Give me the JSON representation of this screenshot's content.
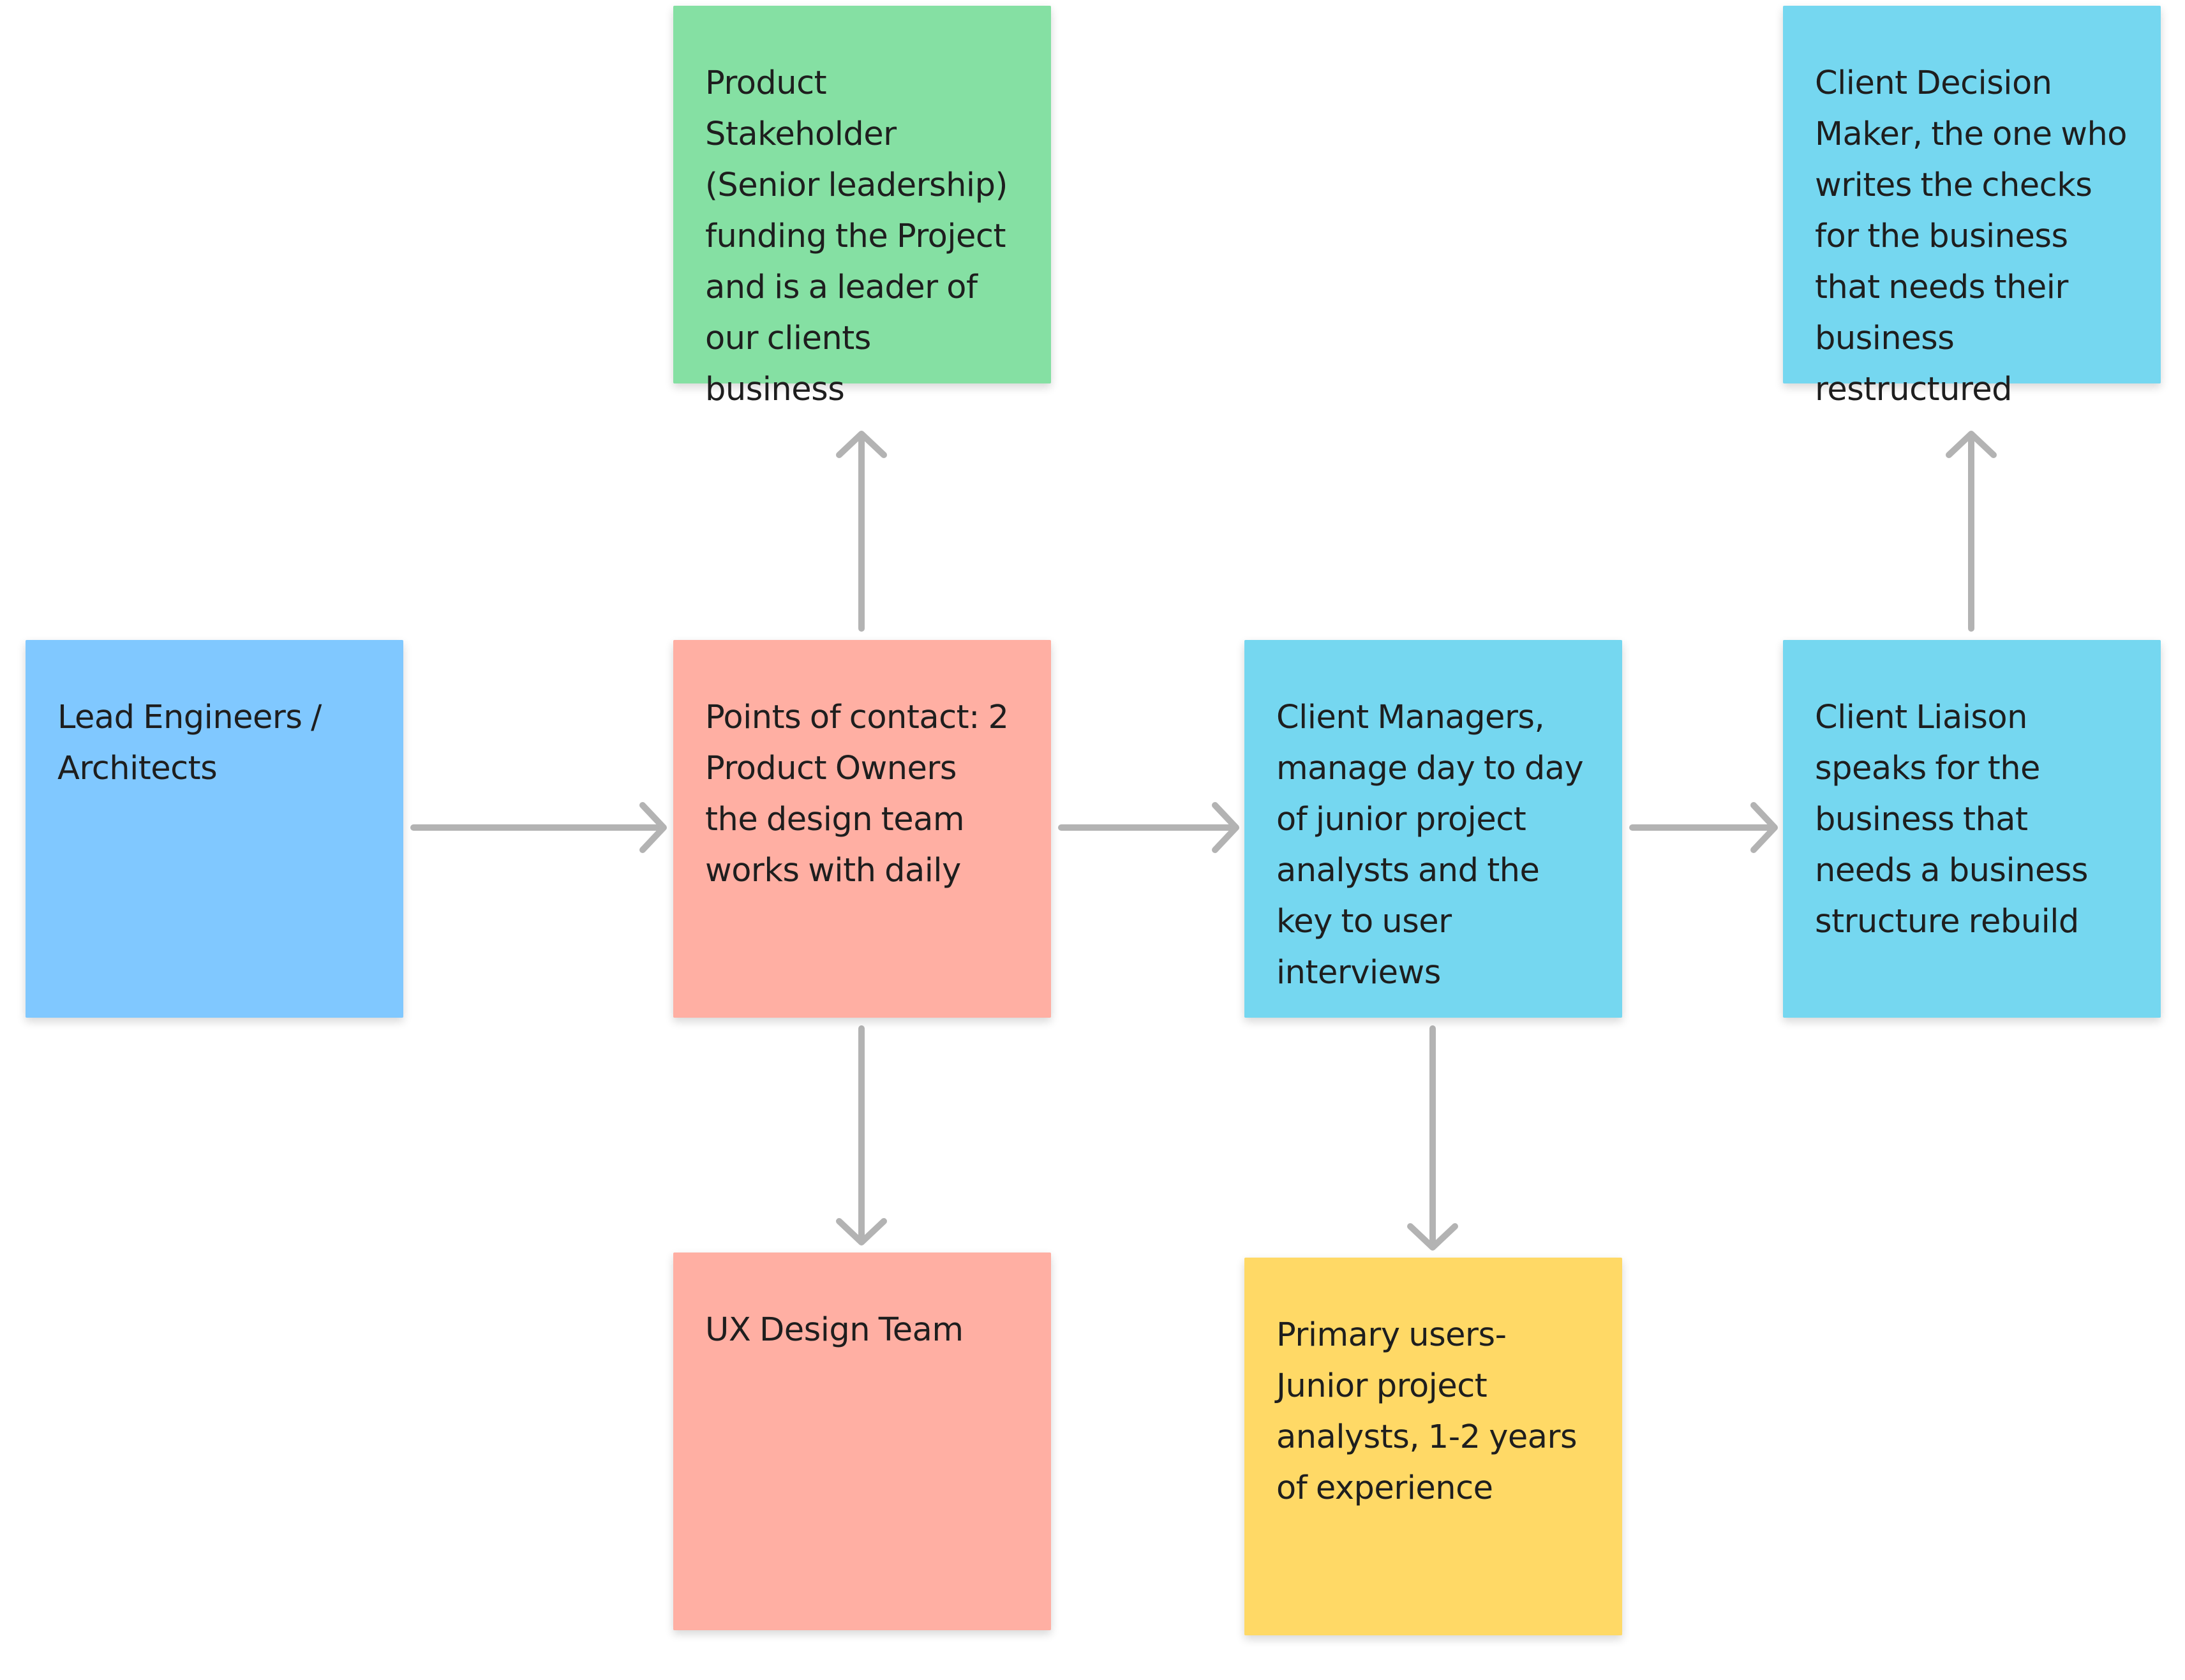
{
  "colors": {
    "blue": "#80c8ff",
    "cyan": "#75d7f0",
    "red": "#ffafa3",
    "green": "#85e0a3",
    "yellow": "#ffd966",
    "connector": "#b3b3b3",
    "text": "#1e1e1e"
  },
  "notes": {
    "lead_engineers": {
      "color": "#80c8ff",
      "lines": [
        "Lead Engineers /",
        "Architects"
      ]
    },
    "points_of_contact": {
      "color": "#ffafa3",
      "lines": [
        "Points of contact: 2",
        "Product Owners",
        "the design team",
        "works with daily"
      ]
    },
    "product_stakeholder": {
      "color": "#85e0a3",
      "lines": [
        "Product",
        "Stakeholder",
        "(Senior leadership)",
        "funding the Project",
        "and is a leader of",
        "our clients",
        "business"
      ]
    },
    "ux_design_team": {
      "color": "#ffafa3",
      "lines": [
        "UX Design Team"
      ]
    },
    "client_managers": {
      "color": "#75d7f0",
      "lines": [
        "Client Managers,",
        "manage day to day",
        "of junior project",
        "analysts and the",
        "key to user",
        "interviews"
      ]
    },
    "primary_users": {
      "color": "#ffd966",
      "lines": [
        "Primary users-",
        "Junior project",
        "analysts, 1-2 years",
        "of experience"
      ]
    },
    "client_liaison": {
      "color": "#75d7f0",
      "lines": [
        "Client Liaison",
        "speaks for the",
        "business that",
        "needs a business",
        "structure rebuild"
      ]
    },
    "client_decision_maker": {
      "color": "#75d7f0",
      "lines": [
        "Client Decision",
        "Maker, the one who",
        "writes the checks",
        "for the business",
        "that needs their",
        "business",
        "restructured"
      ]
    }
  },
  "connectors": [
    {
      "from": "lead_engineers",
      "to": "points_of_contact"
    },
    {
      "from": "points_of_contact",
      "to": "product_stakeholder"
    },
    {
      "from": "points_of_contact",
      "to": "ux_design_team"
    },
    {
      "from": "points_of_contact",
      "to": "client_managers"
    },
    {
      "from": "client_managers",
      "to": "primary_users"
    },
    {
      "from": "client_managers",
      "to": "client_liaison"
    },
    {
      "from": "client_liaison",
      "to": "client_decision_maker"
    }
  ]
}
